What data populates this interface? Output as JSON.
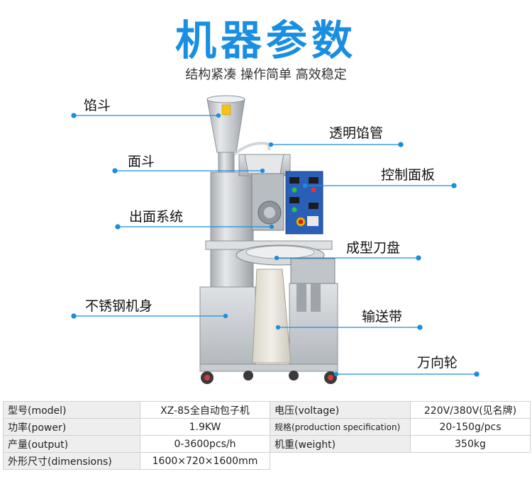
{
  "header": {
    "title": "机器参数",
    "subtitle": "结构紧凑 操作简单 高效稳定"
  },
  "callouts": {
    "filling_hopper": "馅斗",
    "transparent_tube": "透明馅管",
    "dough_hopper": "面斗",
    "control_panel": "控制面板",
    "dough_system": "出面系统",
    "forming_disc": "成型刀盘",
    "steel_body": "不锈钢机身",
    "conveyor": "输送带",
    "casters": "万向轮"
  },
  "colors": {
    "accent": "#1a8ee0",
    "steel": "#c9cdd1",
    "panel": "#2a5fb8"
  },
  "specs": [
    {
      "label": "型号(model)",
      "value": "XZ-85全自动包子机",
      "label2": "电压(voltage)",
      "value2": "220V/380V(见名牌)"
    },
    {
      "label": "功率(power)",
      "value": "1.9KW",
      "label2": "规格(production specification)",
      "value2": "20-150g/pcs"
    },
    {
      "label": "产量(output)",
      "value": "0-3600pcs/h",
      "label2": "机重(weight)",
      "value2": "350kg"
    },
    {
      "label": "外形尺寸(dimensions)",
      "value": "1600×720×1600mm"
    }
  ]
}
